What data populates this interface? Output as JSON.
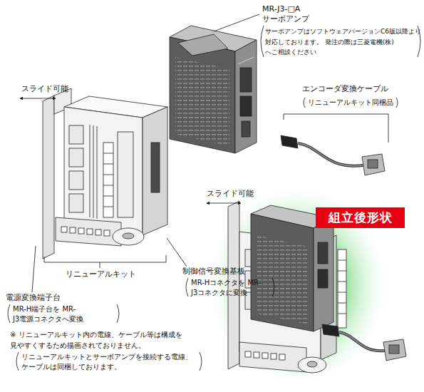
{
  "diagram": {
    "nodes": [
      {
        "text": [
          "組立後形状"
        ]
      }
    ],
    "labels": [
      "MR-J3-□A サーボアンプ",
      "サーボアンプはソフトウェアバージョンC6版以降より 対応しております。 発注の際は三菱電機(株)へご相談ください",
      "スライド可能",
      "エンコーダ変換ケーブル",
      "リニューアルキット同梱品",
      "スライド可能",
      "リニューアルキット",
      "制御信号変換基板",
      "MR-Hコネクタを MR-J3コネクタに変換",
      "電源変換端子台",
      "MR-H端子台を MR-J3電源コネクタへ変換",
      "※ リニューアルキット内の電線、ケーブル等は構成を 見やすくするため描画されておりません。",
      "リニューアルキットとサーボアンプを接続する電線、 ケーブルは同梱しております。"
    ]
  }
}
